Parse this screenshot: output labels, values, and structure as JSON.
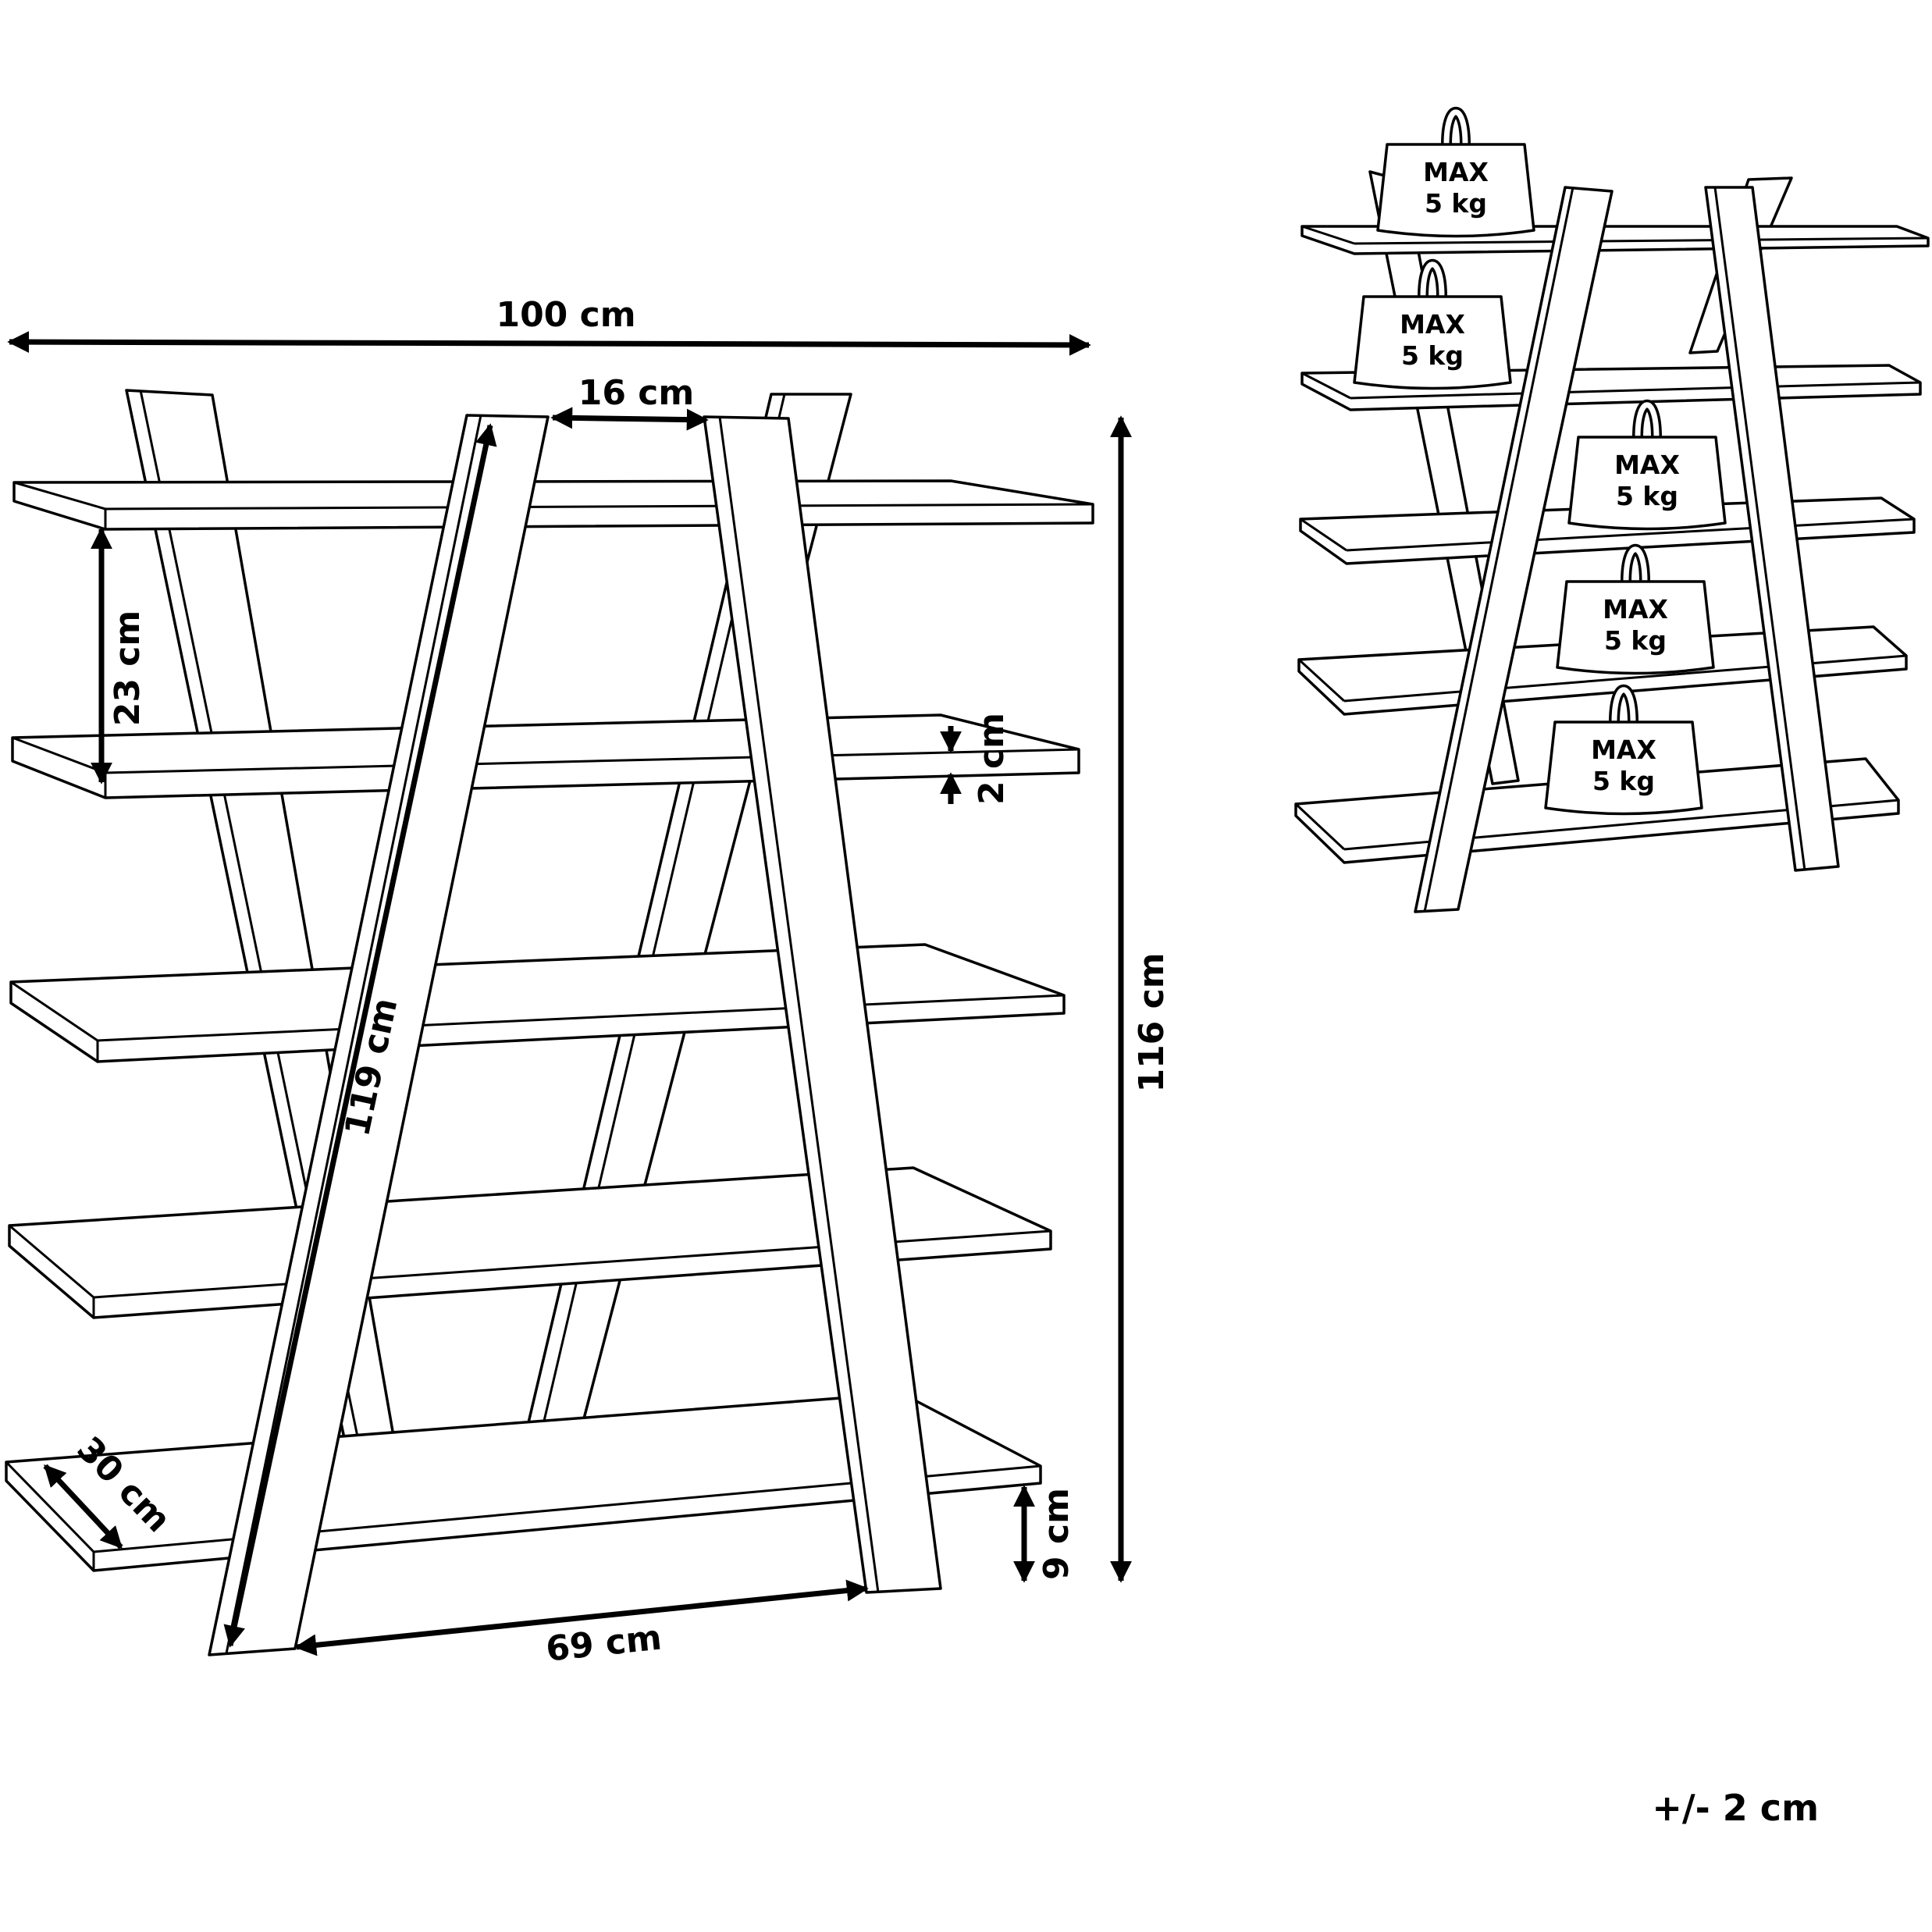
{
  "dimensions": {
    "width": "100 cm",
    "leg_top_gap": "16 cm",
    "height": "116 cm",
    "shelf_spacing": "23 cm",
    "shelf_thickness": "2 cm",
    "leg_length": "119 cm",
    "base_width": "69 cm",
    "shelf_depth": "30 cm",
    "floor_clearance": "9 cm"
  },
  "load": {
    "shelf_count": 5,
    "weight_line1": "MAX",
    "weight_line2": "5 kg"
  },
  "tolerance": "+/- 2 cm"
}
